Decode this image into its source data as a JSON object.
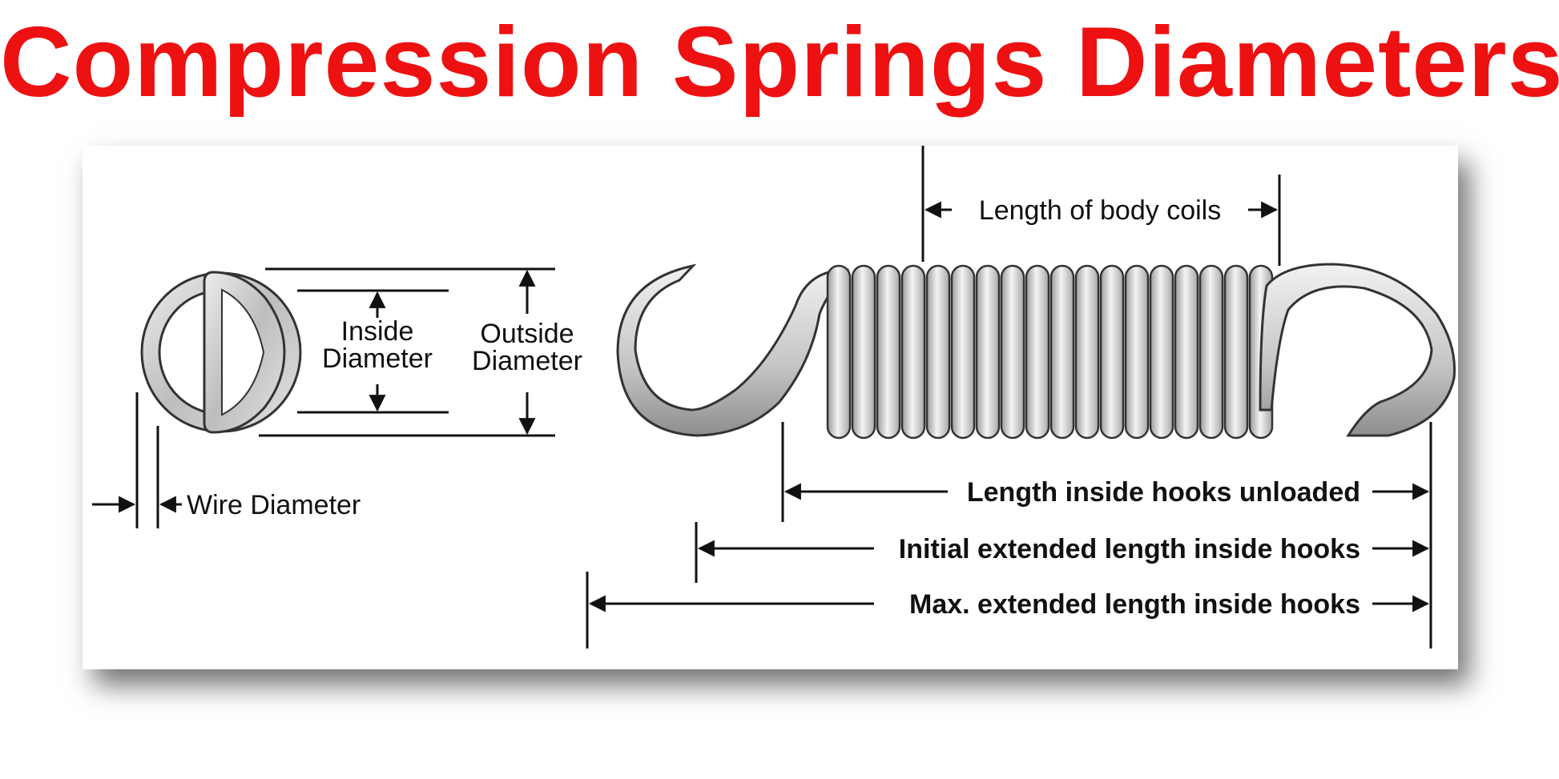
{
  "title": "Compression Springs Diameters",
  "colors": {
    "title": "#ee1111",
    "line": "#111111",
    "spring_fill": "#cfcfcf",
    "spring_stroke": "#333333"
  },
  "labels": {
    "inside_diameter_line1": "Inside",
    "inside_diameter_line2": "Diameter",
    "outside_diameter_line1": "Outside",
    "outside_diameter_line2": "Diameter",
    "wire_diameter": "Wire Diameter",
    "length_body_coils": "Length of body coils",
    "length_inside_hooks_unloaded": "Length inside hooks unloaded",
    "initial_extended_length": "Initial extended length inside hooks",
    "max_extended_length": "Max. extended length inside hooks"
  }
}
